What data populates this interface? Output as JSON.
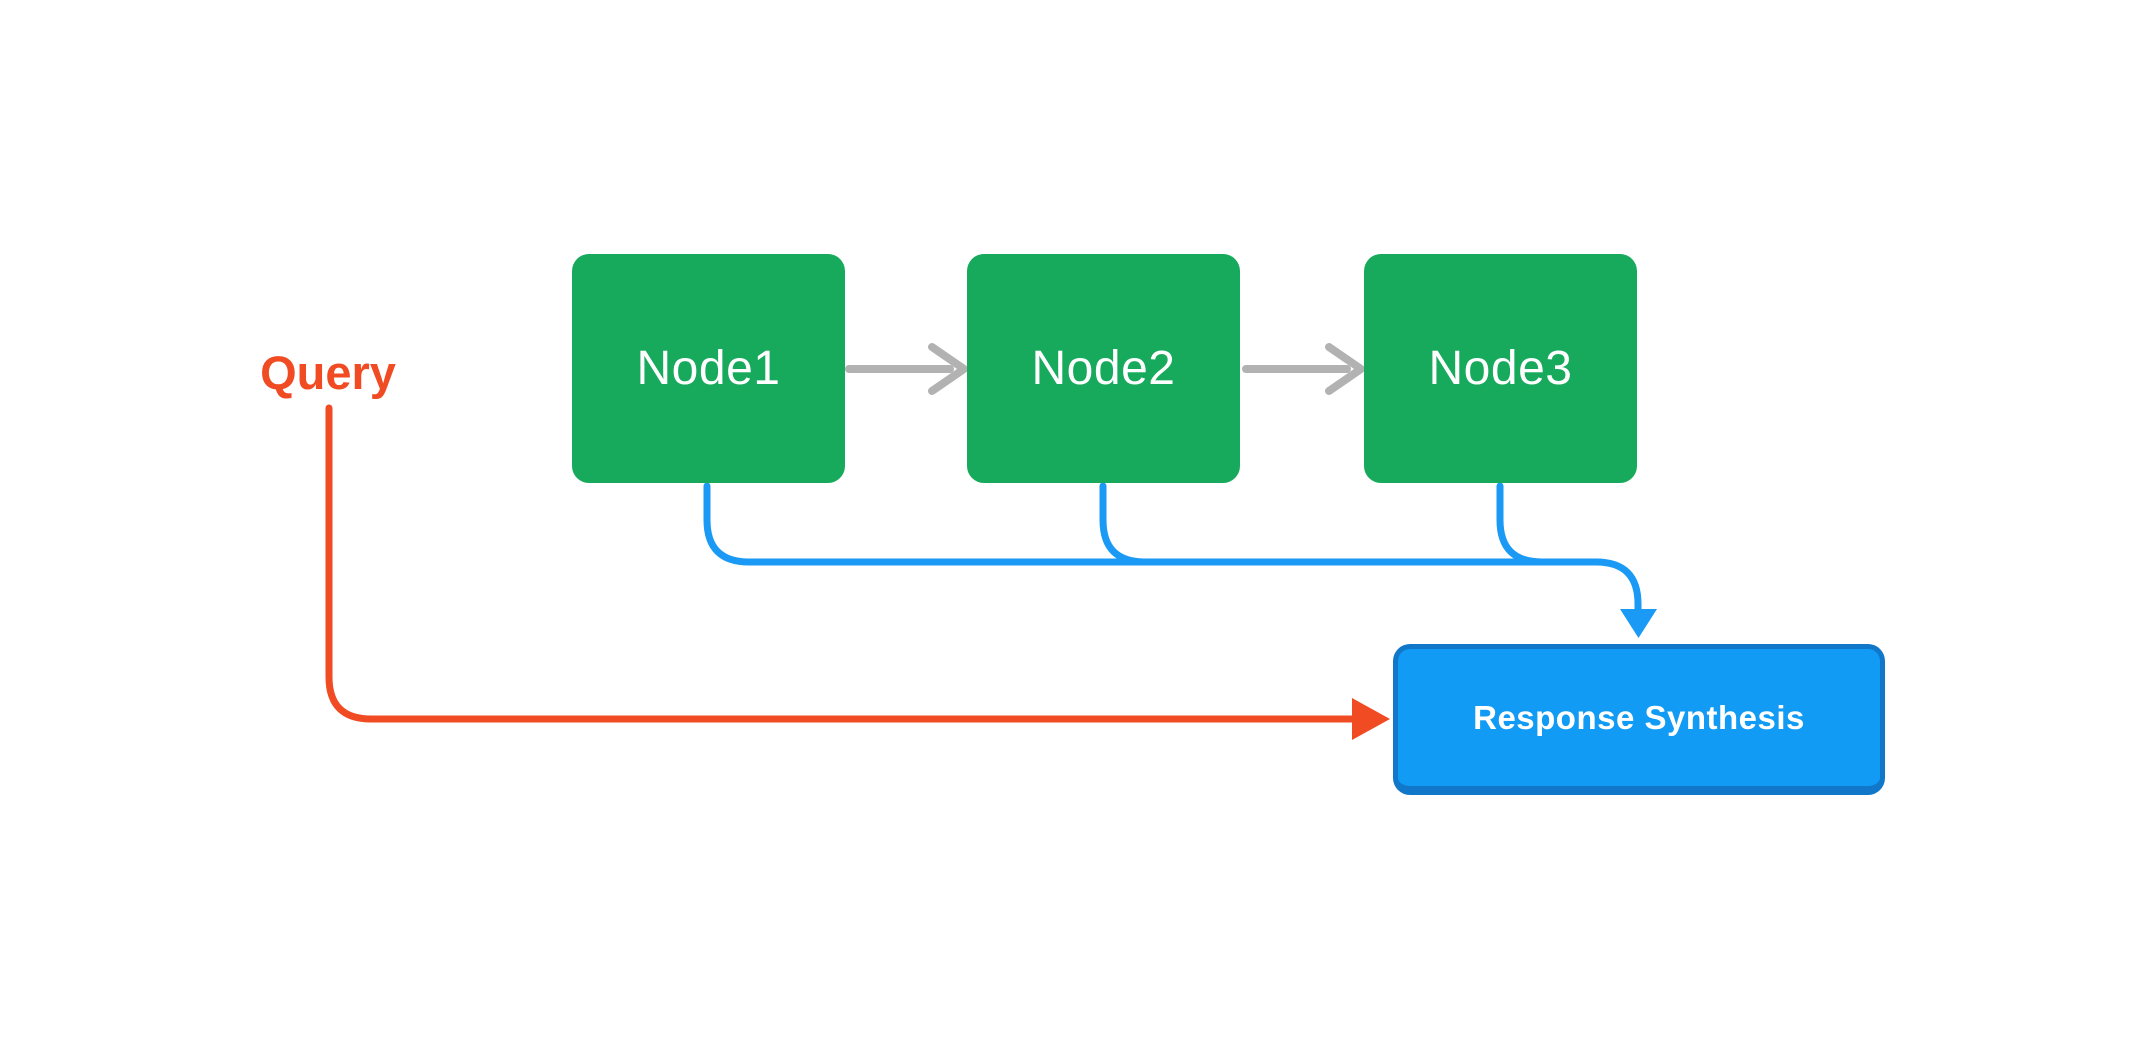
{
  "diagram": {
    "nodes": [
      {
        "id": "node1",
        "label": "Node1"
      },
      {
        "id": "node2",
        "label": "Node2"
      },
      {
        "id": "node3",
        "label": "Node3"
      }
    ],
    "query": {
      "label": "Query"
    },
    "response": {
      "label": "Response Synthesis"
    },
    "connections": [
      {
        "from": "Node1",
        "to": "Node2",
        "style": "gray-arrow"
      },
      {
        "from": "Node2",
        "to": "Node3",
        "style": "gray-arrow"
      },
      {
        "from": "Node1",
        "to": "Response Synthesis",
        "style": "blue-arrow"
      },
      {
        "from": "Node2",
        "to": "Response Synthesis",
        "style": "blue-arrow"
      },
      {
        "from": "Node3",
        "to": "Response Synthesis",
        "style": "blue-arrow"
      },
      {
        "from": "Query",
        "to": "Response Synthesis",
        "style": "red-arrow"
      }
    ],
    "colors": {
      "canvas-bg": "#ffffff",
      "node-fill": "#17aa5c",
      "node-text": "#ffffff",
      "response-fill": "#119bf4",
      "response-border": "#1177c9",
      "response-text": "#ffffff",
      "connector-gray": "#b2b2b2",
      "connector-blue": "#1b9af5",
      "connector-red": "#f04b22",
      "query-text": "#f04b22"
    }
  }
}
